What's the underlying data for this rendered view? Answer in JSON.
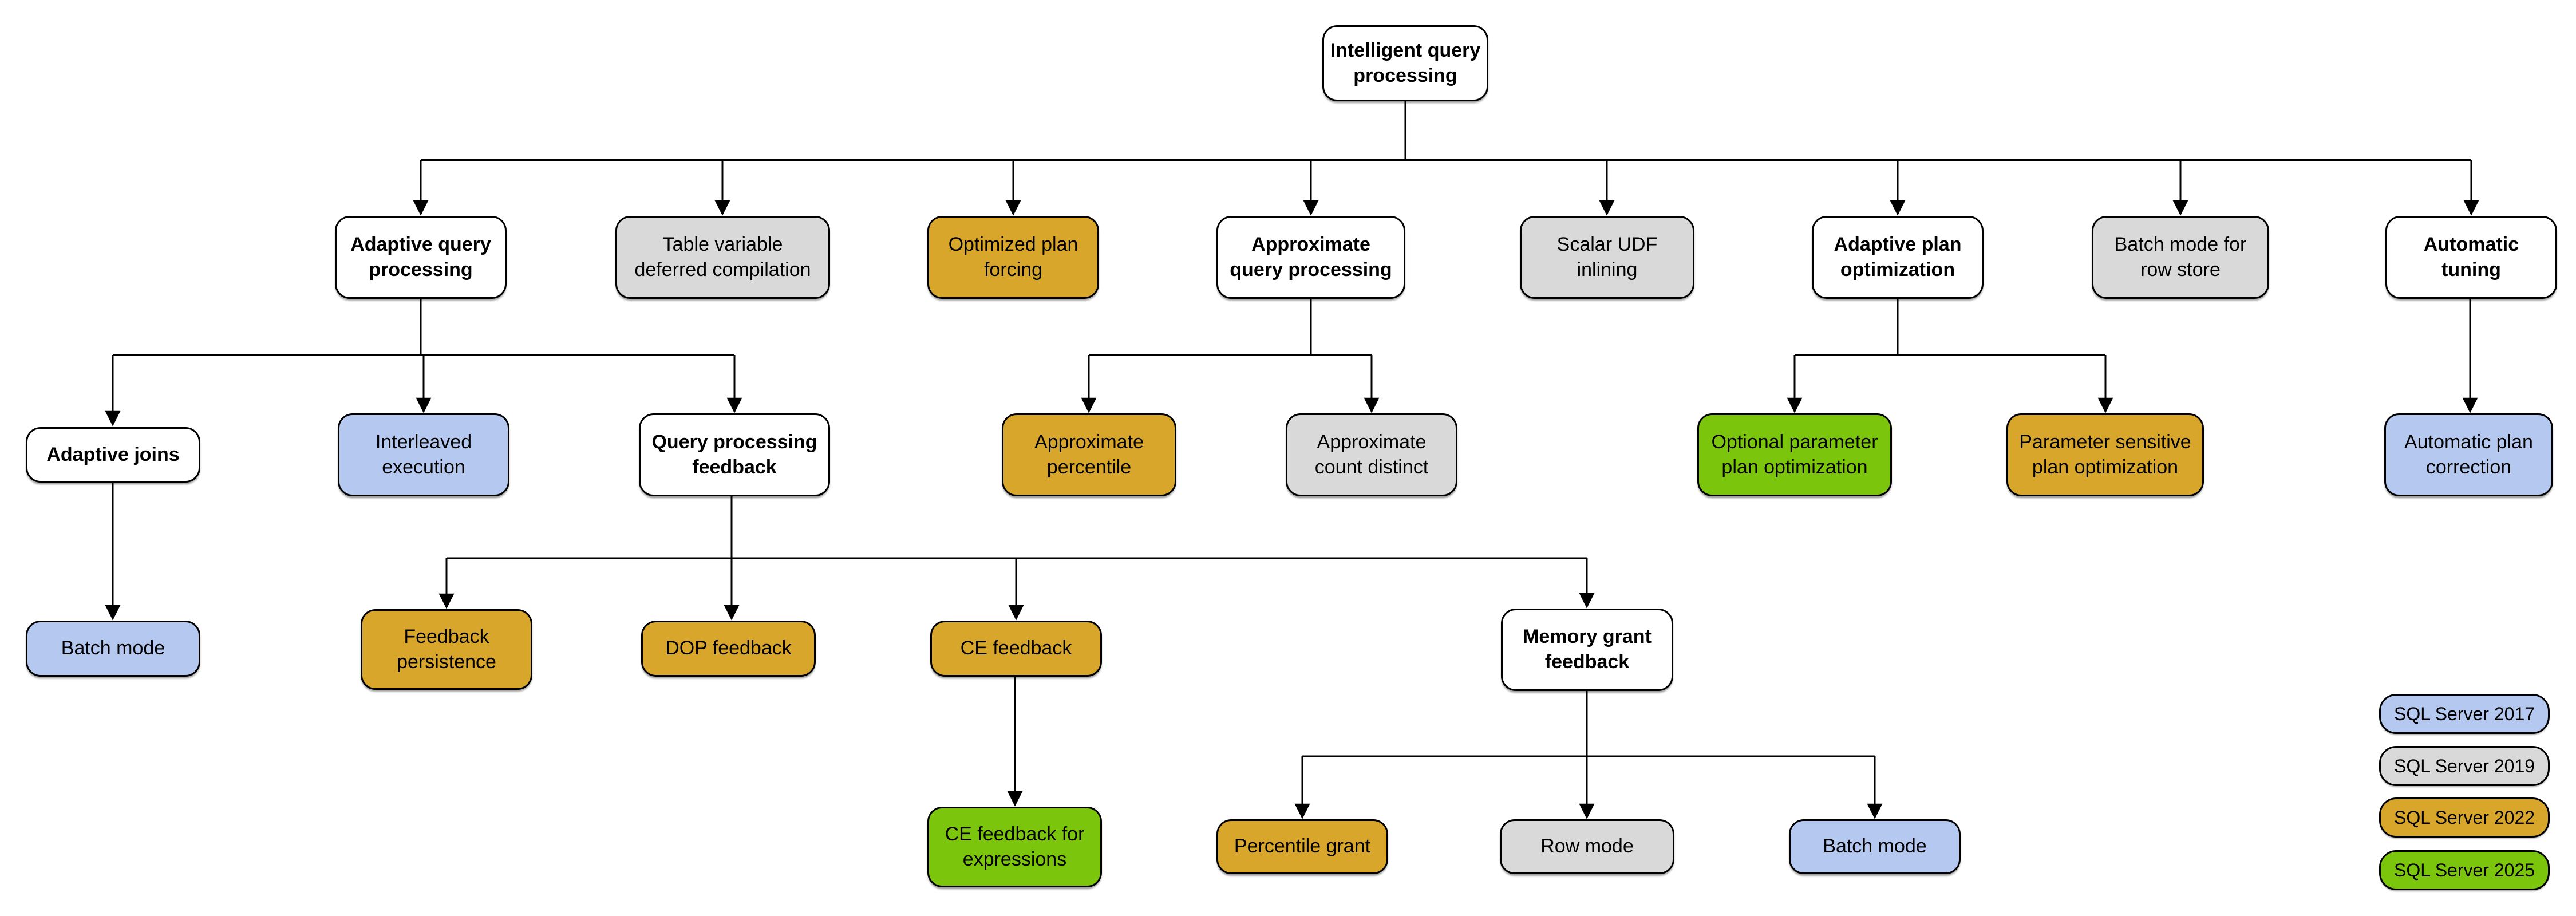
{
  "colors": {
    "plain": "#ffffff",
    "v2017": "#b4c8f0",
    "v2019": "#d9d9d9",
    "v2022": "#d9a62c",
    "v2025": "#7cc50d"
  },
  "nodes": {
    "intelligent_query_processing": {
      "label": "Intelligent query\nprocessing",
      "version": "plain"
    },
    "adaptive_query_processing": {
      "label": "Adaptive query\nprocessing",
      "version": "plain"
    },
    "table_variable_deferred_compilation": {
      "label": "Table variable\ndeferred compilation",
      "version": "v2019"
    },
    "optimized_plan_forcing": {
      "label": "Optimized plan\nforcing",
      "version": "v2022"
    },
    "approximate_query_processing": {
      "label": "Approximate\nquery processing",
      "version": "plain"
    },
    "scalar_udf_inlining": {
      "label": "Scalar UDF\ninlining",
      "version": "v2019"
    },
    "adaptive_plan_optimization": {
      "label": "Adaptive plan\noptimization",
      "version": "plain"
    },
    "batch_mode_for_row_store": {
      "label": "Batch mode for\nrow store",
      "version": "v2019"
    },
    "automatic_tuning": {
      "label": "Automatic\ntuning",
      "version": "plain"
    },
    "adaptive_joins": {
      "label": "Adaptive joins",
      "version": "plain"
    },
    "interleaved_execution": {
      "label": "Interleaved\nexecution",
      "version": "v2017"
    },
    "query_processing_feedback": {
      "label": "Query processing\nfeedback",
      "version": "plain"
    },
    "approximate_percentile": {
      "label": "Approximate\npercentile",
      "version": "v2022"
    },
    "approximate_count_distinct": {
      "label": "Approximate\ncount distinct",
      "version": "v2019"
    },
    "optional_parameter_plan_optimization": {
      "label": "Optional parameter\nplan optimization",
      "version": "v2025"
    },
    "parameter_sensitive_plan_optimization": {
      "label": "Parameter sensitive\nplan optimization",
      "version": "v2022"
    },
    "automatic_plan_correction": {
      "label": "Automatic plan\ncorrection",
      "version": "v2017"
    },
    "batch_mode_adaptive_joins": {
      "label": "Batch mode",
      "version": "v2017"
    },
    "feedback_persistence": {
      "label": "Feedback\npersistence",
      "version": "v2022"
    },
    "dop_feedback": {
      "label": "DOP feedback",
      "version": "v2022"
    },
    "ce_feedback": {
      "label": "CE feedback",
      "version": "v2022"
    },
    "memory_grant_feedback": {
      "label": "Memory grant\nfeedback",
      "version": "plain"
    },
    "ce_feedback_for_expressions": {
      "label": "CE feedback for\nexpressions",
      "version": "v2025"
    },
    "percentile_grant": {
      "label": "Percentile grant",
      "version": "v2022"
    },
    "row_mode": {
      "label": "Row mode",
      "version": "v2019"
    },
    "batch_mode_memory_grant": {
      "label": "Batch mode",
      "version": "v2017"
    }
  },
  "legend": {
    "items": [
      {
        "label": "SQL Server 2017",
        "version": "v2017"
      },
      {
        "label": "SQL Server 2019",
        "version": "v2019"
      },
      {
        "label": "SQL Server 2022",
        "version": "v2022"
      },
      {
        "label": "SQL Server 2025",
        "version": "v2025"
      }
    ]
  }
}
